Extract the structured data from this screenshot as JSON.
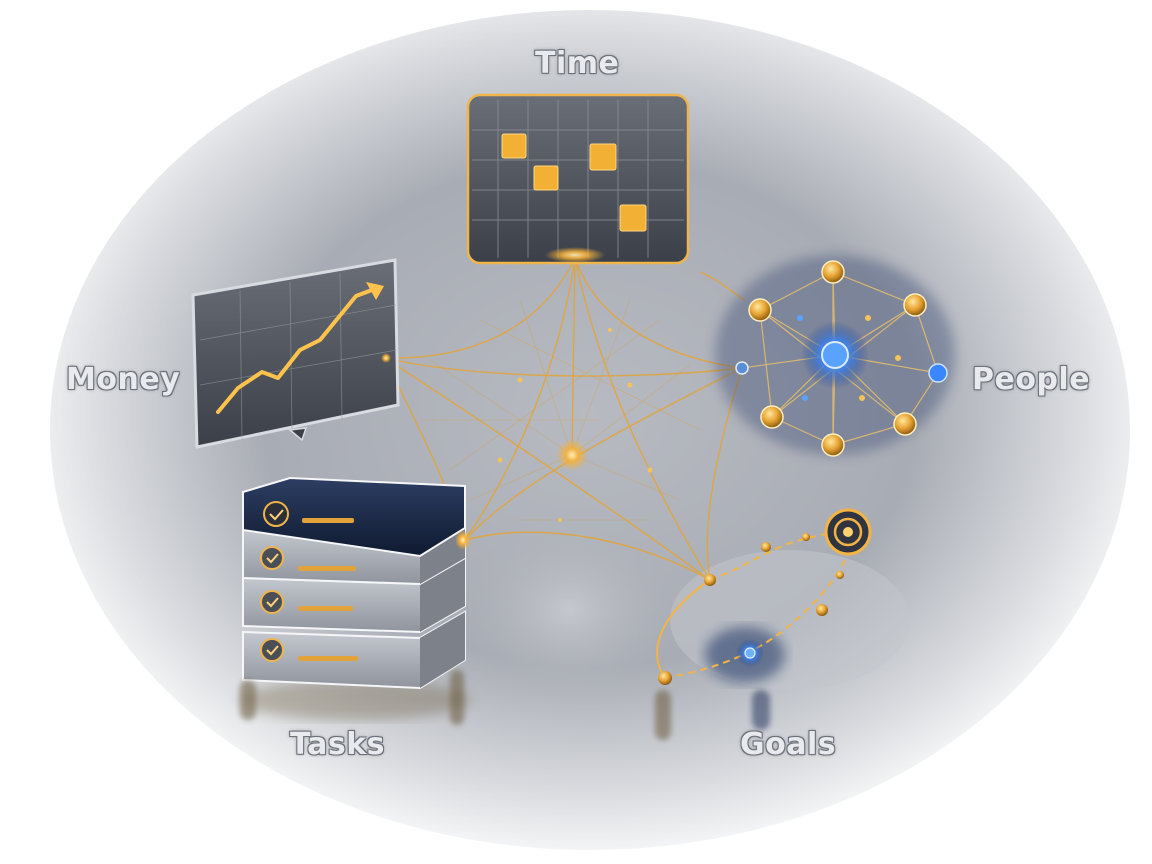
{
  "labels": {
    "time": "Time",
    "money": "Money",
    "people": "People",
    "tasks": "Tasks",
    "goals": "Goals"
  },
  "colors": {
    "accent_gold": "#f5b13a",
    "accent_blue": "#2f7dff",
    "panel_dark": "#3a3f48",
    "background_fog": "#a9adb5"
  },
  "icons": {
    "time": "calendar-grid-icon",
    "money": "rising-chart-icon",
    "people": "network-graph-icon",
    "tasks": "checklist-stack-icon",
    "goals": "path-target-icon"
  }
}
